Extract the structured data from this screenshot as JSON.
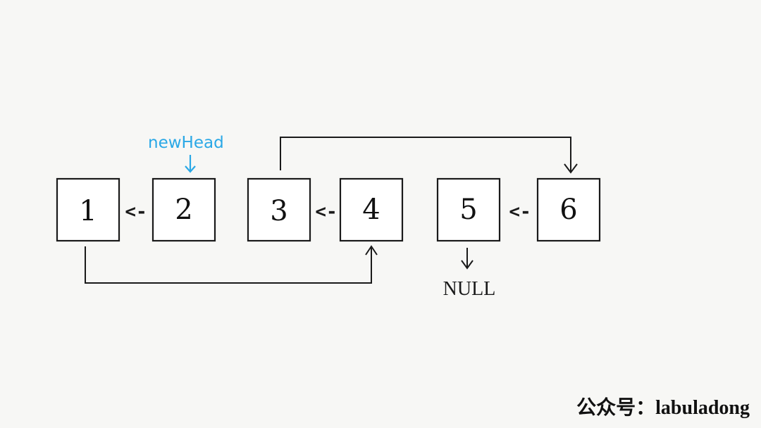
{
  "diagram": {
    "nodes": [
      {
        "id": "n1",
        "label": "1"
      },
      {
        "id": "n2",
        "label": "2"
      },
      {
        "id": "n3",
        "label": "3"
      },
      {
        "id": "n4",
        "label": "4"
      },
      {
        "id": "n5",
        "label": "5"
      },
      {
        "id": "n6",
        "label": "6"
      }
    ],
    "pointers": [
      {
        "from": "n2",
        "to": "n1",
        "text": "<-"
      },
      {
        "from": "n4",
        "to": "n3",
        "text": "<-"
      },
      {
        "from": "n6",
        "to": "n5",
        "text": "<-"
      }
    ],
    "links": [
      {
        "from": "n1",
        "to": "n4"
      },
      {
        "from": "n3",
        "to": "n6"
      },
      {
        "from": "n5",
        "to": "null"
      }
    ],
    "null_label": "NULL",
    "head_marker": {
      "target": "n2",
      "label": "newHead",
      "color": "#2aa8e6"
    }
  },
  "watermark": "公众号：labuladong"
}
